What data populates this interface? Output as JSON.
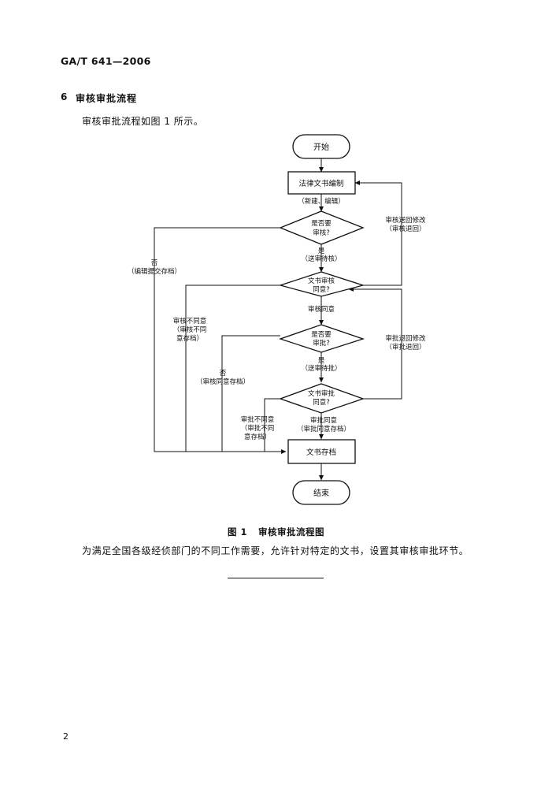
{
  "header": {
    "code": "GA/T 641—2006"
  },
  "section": {
    "number": "6",
    "title": "审核审批流程"
  },
  "intro": "审核审批流程如图 1 所示。",
  "flowchart": {
    "start": "开始",
    "edit_box": "法律文书编制",
    "edit_note": "（新建、编辑）",
    "diamond1": [
      "是否要",
      "审核?"
    ],
    "diamond1_yes": [
      "是",
      "（送审待核）"
    ],
    "diamond1_no": [
      "否",
      "（编辑提交存档）"
    ],
    "review_return": [
      "审核送回修改",
      "（审核退回）"
    ],
    "diamond2": [
      "文书审核",
      "同意?"
    ],
    "review_agree": "审核同意",
    "review_disagree": [
      "审核不同意",
      "（审核不同",
      "意存档）"
    ],
    "diamond3": [
      "是否要",
      "审批?"
    ],
    "diamond3_yes": [
      "是",
      "（送审待批）"
    ],
    "diamond3_no": [
      "否",
      "（审核同意存档）"
    ],
    "approval_return": [
      "审批退回修改",
      "（审批退回）"
    ],
    "diamond4": [
      "文书审批",
      "同意?"
    ],
    "approval_disagree": [
      "审批不同意",
      "（审批不同",
      "意存档）"
    ],
    "approval_agree": [
      "审批同意",
      "（审批同意存档）"
    ],
    "archive_box": "文书存档",
    "end": "结束"
  },
  "caption": {
    "figure": "图 1",
    "title": "审核审批流程图"
  },
  "note": "为满足全国各级经侦部门的不同工作需要，允许针对特定的文书，设置其审核审批环节。",
  "page_number": "2"
}
